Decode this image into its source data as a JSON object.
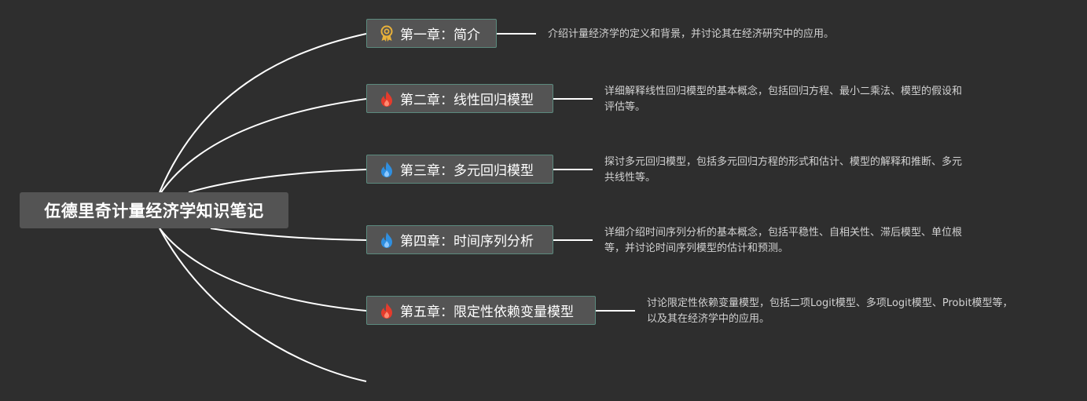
{
  "root": {
    "title": "伍德里奇计量经济学知识笔记"
  },
  "chapters": [
    {
      "title": "第一章：简介",
      "icon": "award-badge-icon",
      "icon_color": "#e8b13a",
      "note_lines": [
        "介绍计量经济学的定义和背景，并讨论其在经济研究中的应用。"
      ]
    },
    {
      "title": "第二章：线性回归模型",
      "icon": "flame-icon",
      "icon_color": "#e53b2c",
      "note_lines": [
        "详细解释线性回归模型的基本概念，包括回归方程、最小二乘法、模型的假设和",
        "评估等。"
      ]
    },
    {
      "title": "第三章：多元回归模型",
      "icon": "flame-icon",
      "icon_color": "#2f8fe0",
      "note_lines": [
        "探讨多元回归模型，包括多元回归方程的形式和估计、模型的解释和推断、多元",
        "共线性等。"
      ]
    },
    {
      "title": "第四章：时间序列分析",
      "icon": "flame-icon",
      "icon_color": "#2f8fe0",
      "note_lines": [
        "详细介绍时间序列分析的基本概念，包括平稳性、自相关性、滞后模型、单位根",
        "等，并讨论时间序列模型的估计和预测。"
      ]
    },
    {
      "title": "第五章：限定性依赖变量模型",
      "icon": "flame-icon",
      "icon_color": "#e53b2c",
      "note_lines": [
        "讨论限定性依赖变量模型，包括二项Logit模型、多项Logit模型、Probit模型等，",
        "以及其在经济学中的应用。"
      ]
    }
  ],
  "colors": {
    "background": "#2e2e2e",
    "node_fill": "#545454",
    "node_border": "#5b8a7e",
    "link": "#ffffff",
    "note_text": "#d2d2d2"
  }
}
